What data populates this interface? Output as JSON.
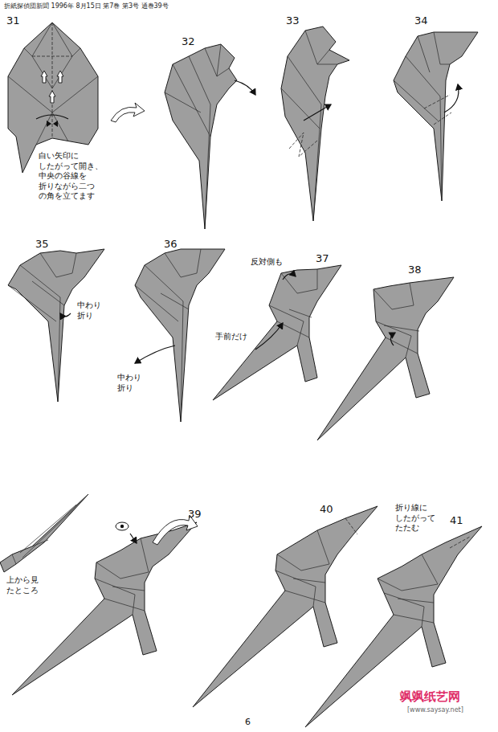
{
  "diagram": {
    "labels": [
      "折紙探偵団新聞 1996年 8月15日 第7巻 第3号 通巻39号",
      "31",
      "白い矢印に したがって開き、 中央の谷線を 折りながら二つ の角を立てます",
      "32",
      "33",
      "34",
      "35",
      "中わり 折り",
      "36",
      "中わり 折り",
      "反対側も",
      "37",
      "手前だけ",
      "38",
      "上から見 たところ",
      "39",
      "40",
      "折り線に したがって たたむ",
      "41",
      "6",
      "飒飒纸艺网",
      "[www.saysay.net]"
    ]
  }
}
